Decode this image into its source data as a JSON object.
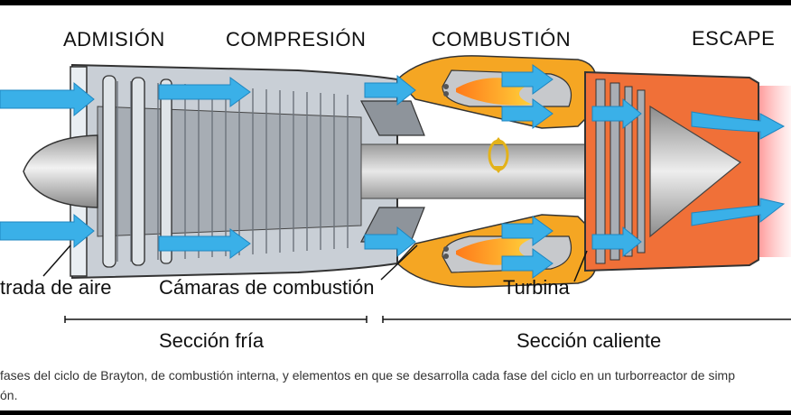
{
  "phases": {
    "admission": "ADMISIÓN",
    "compression": "COMPRESIÓN",
    "combustion": "COMBUSTIÓN",
    "exhaust": "ESCAPE"
  },
  "labels": {
    "air_intake": "trada de aire",
    "combustion_chambers": "Cámaras de combustión",
    "turbine": "Turbina"
  },
  "sections": {
    "cold": "Sección fría",
    "hot": "Sección caliente"
  },
  "caption": {
    "line1": "fases del ciclo de Brayton, de combustión interna, y elementos en que se desarrolla cada fase del ciclo en un turborreactor de simp",
    "line2": "ón."
  },
  "colors": {
    "casing": "#5a5a5a",
    "cold_fill": "#b9c0c8",
    "hot_fill": "#f07038",
    "flame": "#f7b733",
    "airflow": "#3ab0e8"
  }
}
